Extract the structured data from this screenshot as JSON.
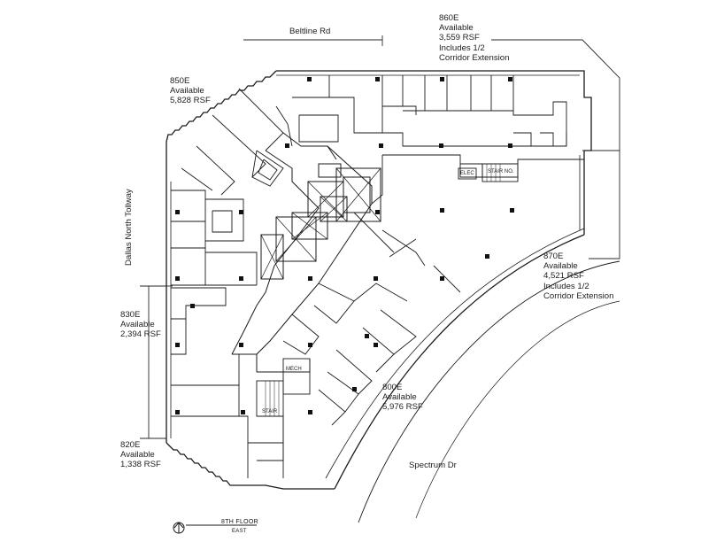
{
  "streets": {
    "north": "Beltline Rd",
    "west": "Dallas North Tollway",
    "southeast": "Spectrum Dr"
  },
  "suites": [
    {
      "id": "860E",
      "status": "Available",
      "area": "3,559 RSF",
      "note1": "Includes 1/2",
      "note2": "Corridor Extension"
    },
    {
      "id": "850E",
      "status": "Available",
      "area": "5,828 RSF",
      "note1": "",
      "note2": ""
    },
    {
      "id": "870E",
      "status": "Available",
      "area": "4,521 RSF",
      "note1": "Includes 1/2",
      "note2": "Corridor Extension"
    },
    {
      "id": "830E",
      "status": "Available",
      "area": "2,394 RSF",
      "note1": "",
      "note2": ""
    },
    {
      "id": "800E",
      "status": "Available",
      "area": "5,976 RSF",
      "note1": "",
      "note2": ""
    },
    {
      "id": "820E",
      "status": "Available",
      "area": "1,338 RSF",
      "note1": "",
      "note2": ""
    }
  ],
  "floor": {
    "label": "8TH FLOOR",
    "wing": "EAST"
  },
  "room_tags": {
    "stair1": "STAIR",
    "stair2": "STAIR NO.",
    "elec": "ELEC",
    "mech": "MECH"
  },
  "colors": {
    "line": "#1a1a1a",
    "thin": "#444444",
    "column": "#111111"
  }
}
